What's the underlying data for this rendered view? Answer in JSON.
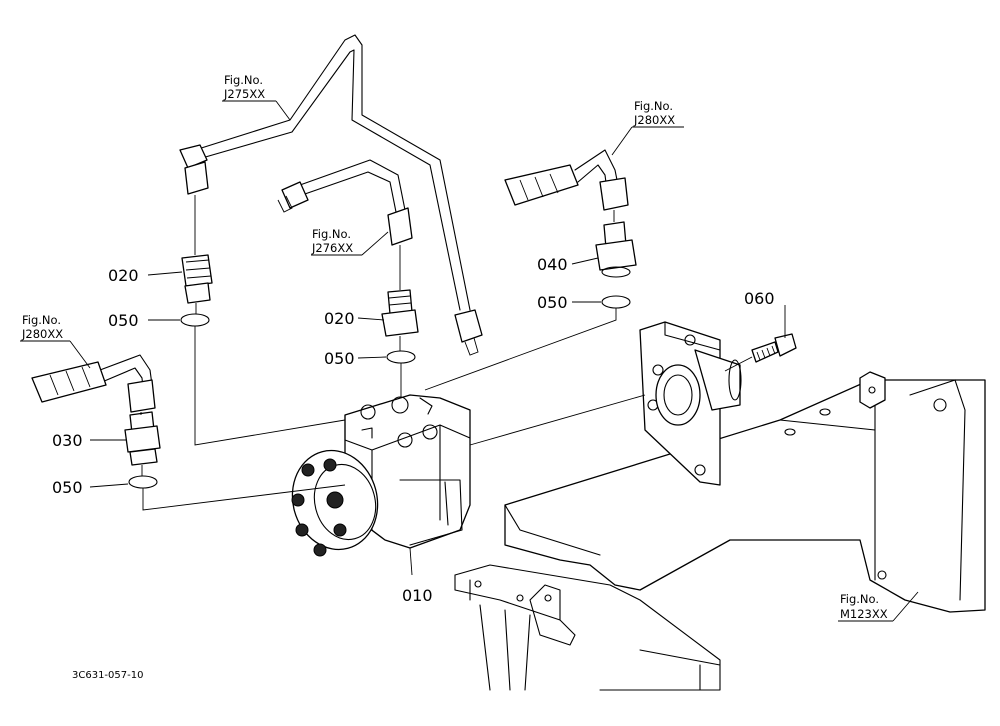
{
  "part_numbers": {
    "p010": "010",
    "p020a": "020",
    "p020b": "020",
    "p030": "030",
    "p040": "040",
    "p050a": "050",
    "p050b": "050",
    "p050c": "050",
    "p050d": "050",
    "p060": "060"
  },
  "figure_refs": {
    "j275": {
      "label": "Fig.No.",
      "number": "J275XX"
    },
    "j276": {
      "label": "Fig.No.",
      "number": "J276XX"
    },
    "j280_right": {
      "label": "Fig.No.",
      "number": "J280XX"
    },
    "j280_left": {
      "label": "Fig.No.",
      "number": "J280XX"
    },
    "m123": {
      "label": "Fig.No.",
      "number": "M123XX"
    }
  },
  "diagram_code": "3C631-057-10"
}
